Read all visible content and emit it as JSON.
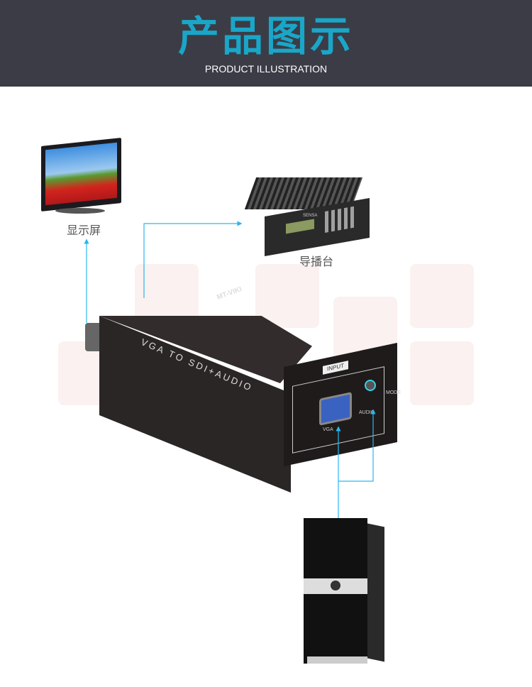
{
  "header": {
    "title": "产品图示",
    "subtitle": "PRODUCT ILLUSTRATION"
  },
  "devices": {
    "monitor": {
      "label": "显示屏"
    },
    "director": {
      "label": "导播台",
      "brand": "SENSA"
    },
    "converter": {
      "brand": "MT-VIKI",
      "model": "VGA TO SDI+AUDIO",
      "panel_label": "INPUT",
      "vga_label": "VGA",
      "audio_label": "AUDIO",
      "mode_label": "MODE"
    },
    "computer": {
      "label": ""
    }
  },
  "colors": {
    "header_bg": "#3b3c46",
    "accent": "#1aa6c8",
    "arrow": "#29b6f0"
  }
}
